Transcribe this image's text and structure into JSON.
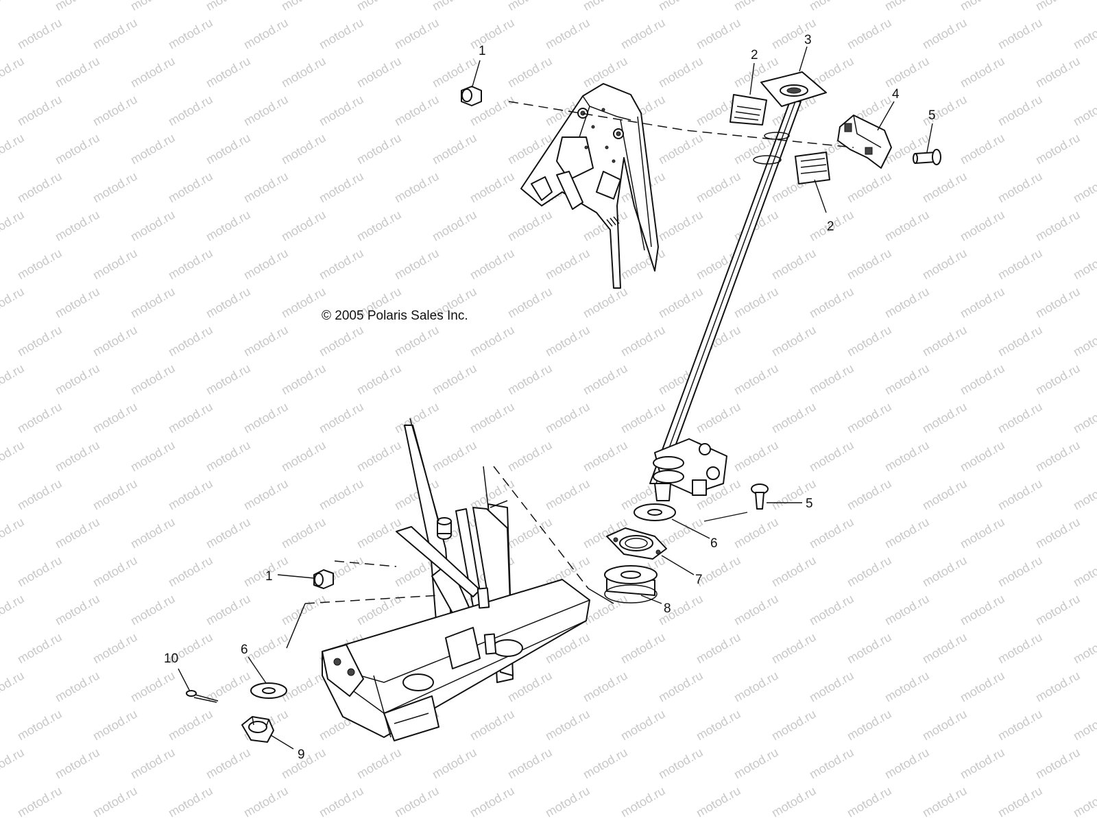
{
  "watermark": {
    "text": "motod.ru",
    "color": "#c8c8c8"
  },
  "copyright": "© 2005 Polaris Sales Inc.",
  "callouts": [
    {
      "id": "nut-upper",
      "label": "1"
    },
    {
      "id": "bushing-upper-a",
      "label": "2"
    },
    {
      "id": "bushing-upper-b",
      "label": "2"
    },
    {
      "id": "steering-post",
      "label": "3"
    },
    {
      "id": "clamp",
      "label": "4"
    },
    {
      "id": "bolt-upper",
      "label": "5"
    },
    {
      "id": "bolt-lower",
      "label": "5"
    },
    {
      "id": "washer-upper",
      "label": "6"
    },
    {
      "id": "flange",
      "label": "7"
    },
    {
      "id": "bearing",
      "label": "8"
    },
    {
      "id": "nut-lower",
      "label": "1"
    },
    {
      "id": "washer-lower",
      "label": "6"
    },
    {
      "id": "castle-nut",
      "label": "9"
    },
    {
      "id": "cotter-pin",
      "label": "10"
    }
  ]
}
